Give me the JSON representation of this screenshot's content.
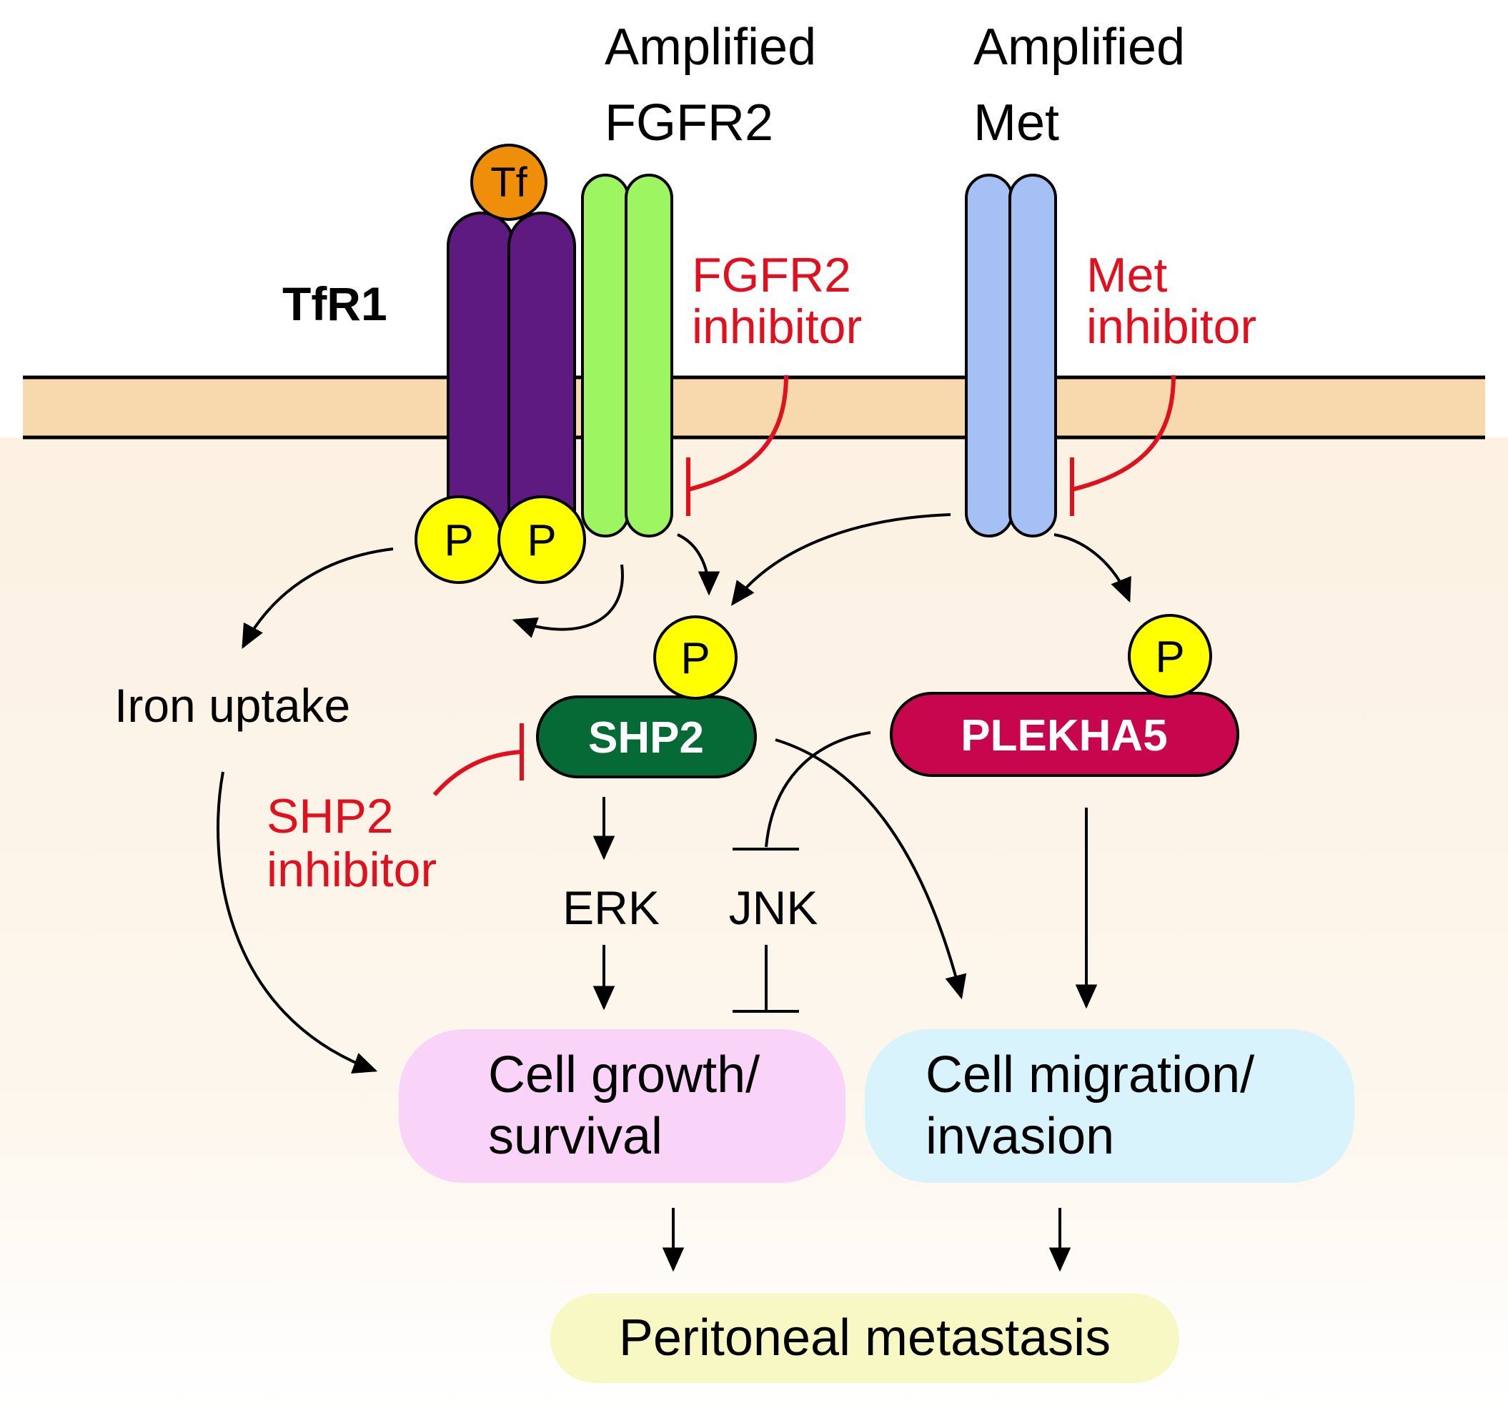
{
  "labels": {
    "fgfr2_title_line1": "Amplified",
    "fgfr2_title_line2": "FGFR2",
    "met_title_line1": "Amplified",
    "met_title_line2": "Met",
    "tfr1": "TfR1",
    "tf": "Tf",
    "fgfr2_inhibitor_line1": "FGFR2",
    "fgfr2_inhibitor_line2": "inhibitor",
    "met_inhibitor_line1": "Met",
    "met_inhibitor_line2": "inhibitor",
    "shp2_inhibitor_line1": "SHP2",
    "shp2_inhibitor_line2": "inhibitor",
    "phospho": "P",
    "shp2": "SHP2",
    "plekha5": "PLEKHA5",
    "iron_uptake": "Iron uptake",
    "erk": "ERK",
    "jnk": "JNK",
    "growth_line1": "Cell growth/",
    "growth_line2": "survival",
    "migration_line1": "Cell migration/",
    "migration_line2": "invasion",
    "metastasis": "Peritoneal metastasis"
  },
  "colors": {
    "membrane": "#f7d9ad",
    "cytoplasm_top": "#fcf1e2",
    "cytoplasm_bottom": "#ffffff",
    "tfr1": "#5e1a80",
    "tf": "#ef8e08",
    "fgfr2": "#9cf561",
    "met": "#a4c0f4",
    "phospho": "#ffff00",
    "shp2": "#066a36",
    "plekha5": "#c8064e",
    "inhibitor": "#e0101f",
    "growth_box": "#fad3f8",
    "migration_box": "#d8f3fb",
    "metastasis_box": "#f8f8c4"
  }
}
